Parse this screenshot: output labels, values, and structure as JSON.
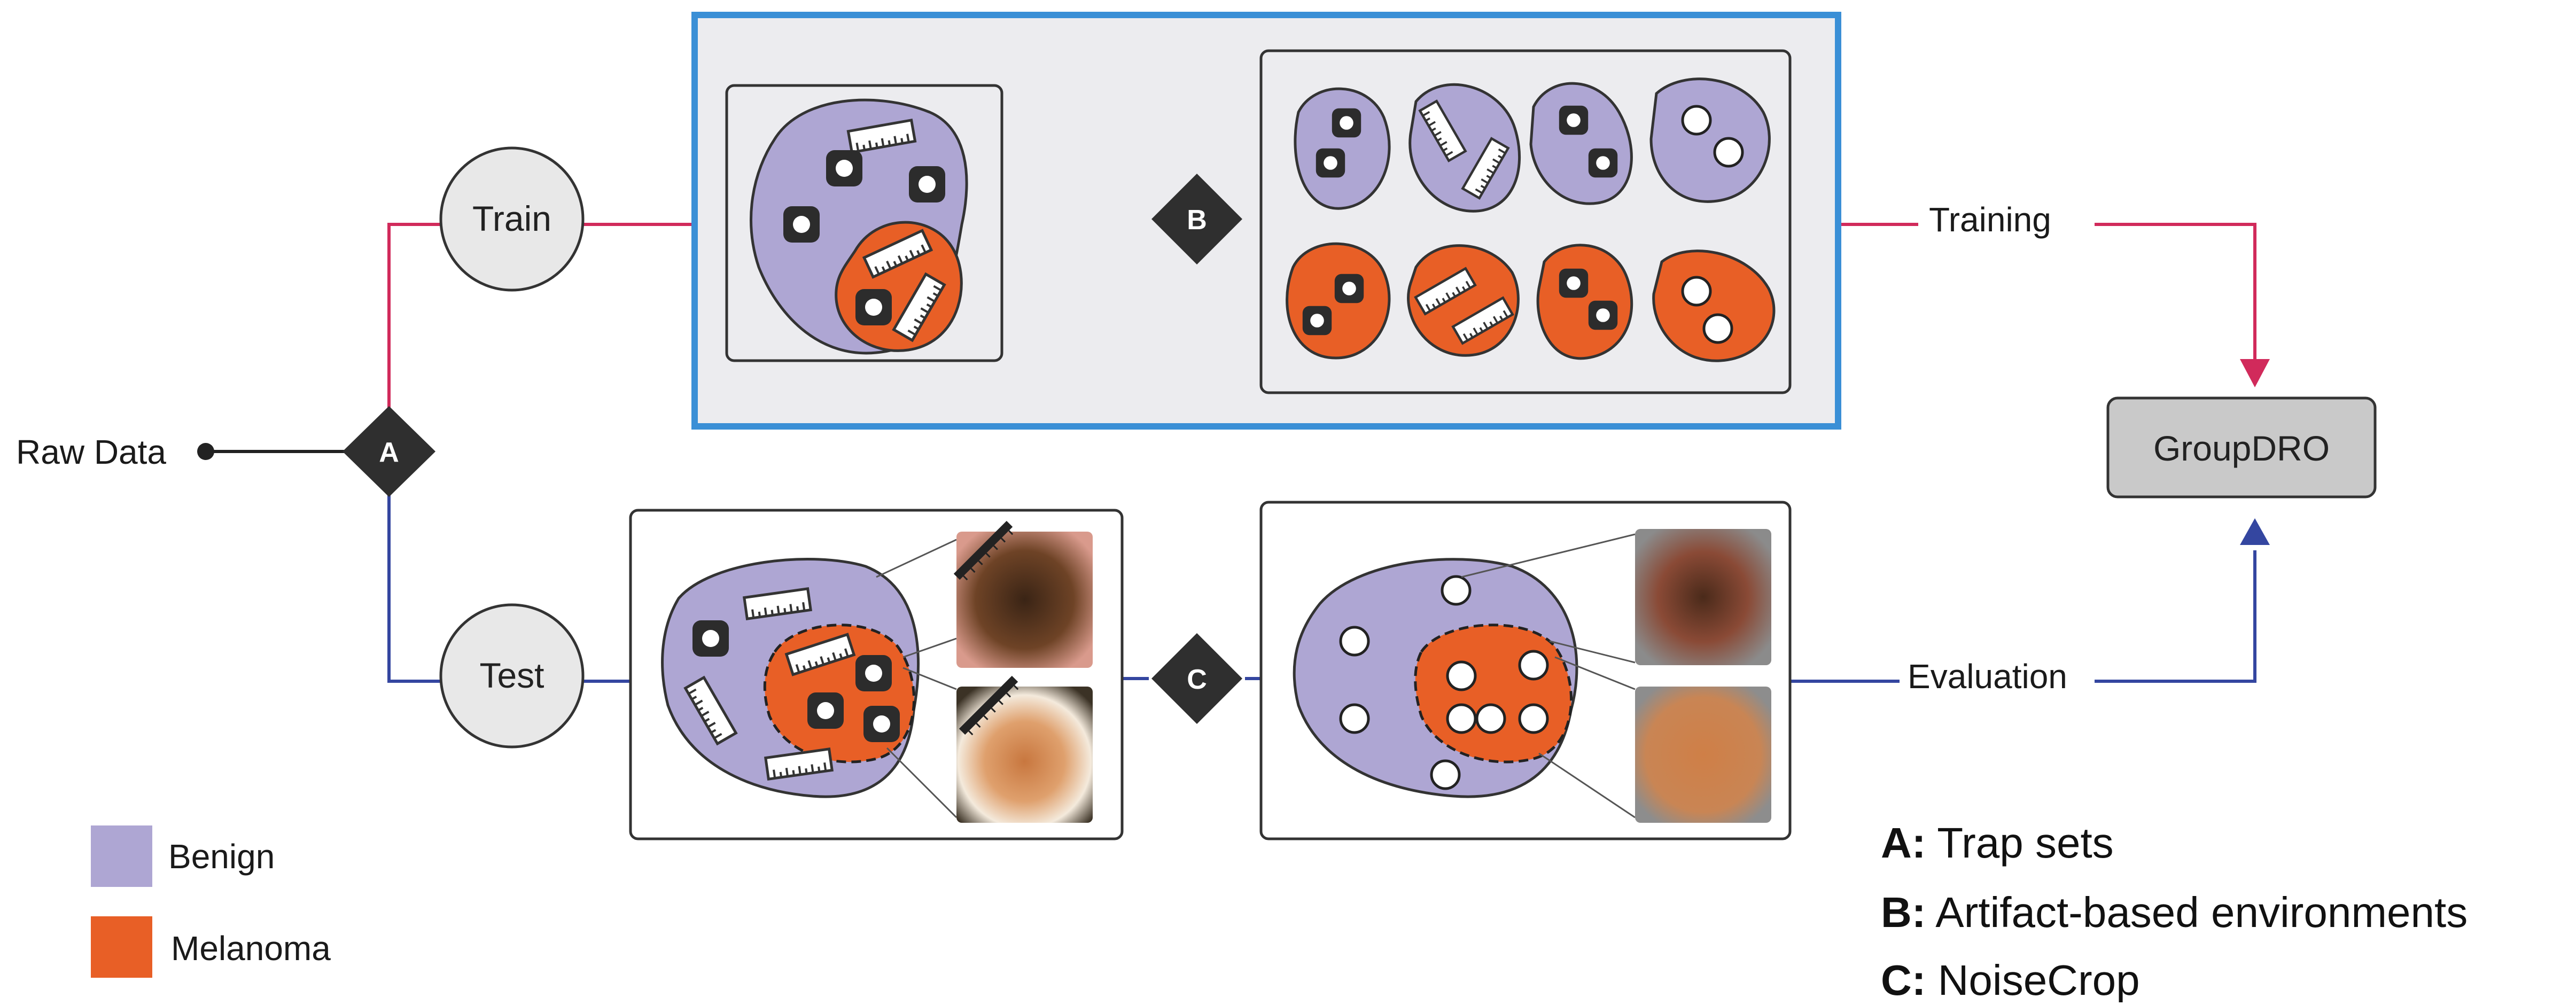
{
  "colors": {
    "benign": "#aea6d3",
    "melanoma": "#e85f26",
    "train_line": "#d12a5b",
    "test_line": "#3446a0",
    "highlight": "#3a8fd6",
    "diamond": "#2f2f2f"
  },
  "raw_data": "Raw Data",
  "nodes": {
    "train": "Train",
    "test": "Test",
    "groupdro": "GroupDRO"
  },
  "diamonds": {
    "a": "A",
    "b": "B",
    "c": "C"
  },
  "flow_labels": {
    "training": "Training",
    "evaluation": "Evaluation"
  },
  "legend": [
    {
      "label": "Benign",
      "color_key": "benign"
    },
    {
      "label": "Melanoma",
      "color_key": "melanoma"
    }
  ],
  "key": [
    {
      "letter": "A:",
      "text": " Trap sets"
    },
    {
      "letter": "B:",
      "text": " Artifact-based environments"
    },
    {
      "letter": "C:",
      "text": " NoiseCrop"
    }
  ],
  "icons": [
    "ruler-icon",
    "patch-icon",
    "dot-icon",
    "dermoscopy-image"
  ]
}
